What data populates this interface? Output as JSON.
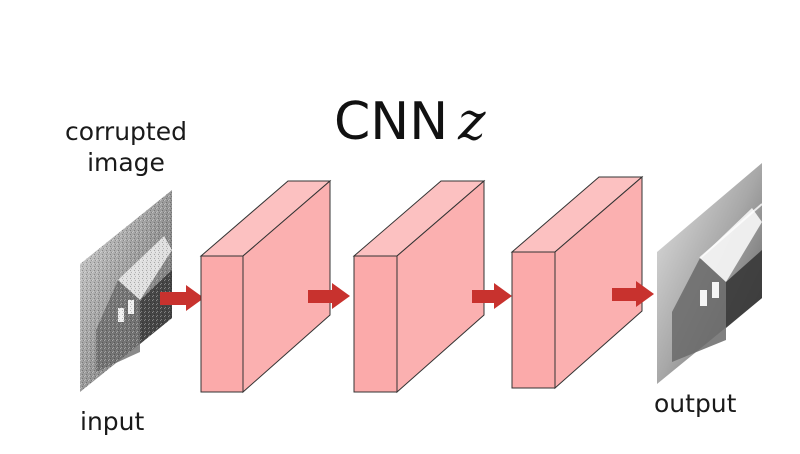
{
  "title": {
    "text": "CNN",
    "symbol": "z"
  },
  "labels": {
    "corrupted": "corrupted image",
    "input": "input",
    "output": "output"
  },
  "colors": {
    "block_fill": "#fbb0b0",
    "block_stroke": "#333333",
    "arrow": "#c8322e"
  },
  "layers": 3
}
